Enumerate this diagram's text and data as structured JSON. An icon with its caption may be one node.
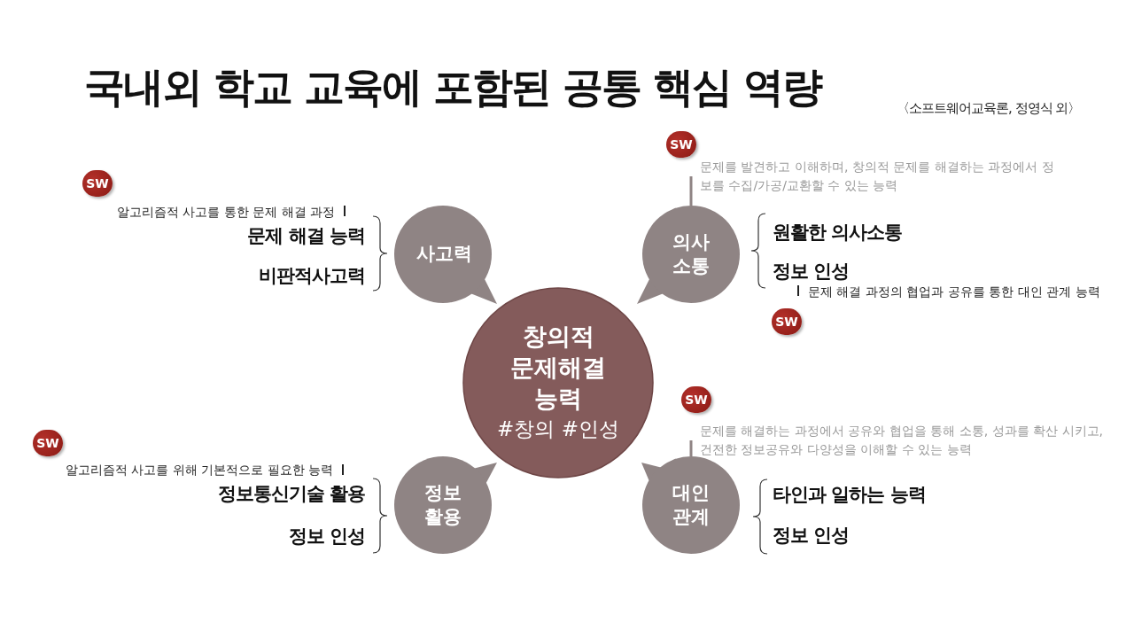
{
  "diagram": {
    "title": "국내외 학교 교육에 포함된 공통 핵심 역량",
    "nodes": [
      {
        "text": [
          "사고력"
        ]
      },
      {
        "text": [
          "의사 소통"
        ]
      },
      {
        "text": [
          "창의적 문제해결 능력",
          "#창의 #인성"
        ]
      },
      {
        "text": [
          "정보 활용"
        ]
      },
      {
        "text": [
          "대인 관계"
        ]
      },
      {
        "text": [
          "문제를 발견하고 이해하며, 창의적 문제를 해결하는 과정에서 정보를 수집/가공/교환할 수 있는 능력"
        ]
      },
      {
        "text": [
          "문제를 해결하는 과정에서 공유와 협업을 통해 소통, 성과를 확산 시키고, 건전한 정보공유와 다양성을 이해할 수 있는 능력"
        ]
      }
    ],
    "edges": [
      {
        "from": 5,
        "to": 1,
        "arrow": "none",
        "color": "#8f8484"
      },
      {
        "from": 6,
        "to": 4,
        "arrow": "none",
        "color": "#8f8484"
      }
    ],
    "labels": [
      "〈소프트웨어교육론, 정영식 외〉",
      "SW",
      "알고리즘적 사고를 통한 문제 해결 과정",
      "문제 해결 능력",
      "비판적사고력",
      "SW",
      "원활한 의사소통",
      "정보 인성",
      "문제 해결 과정의 협업과 공유를 통한 대인 관계 능력",
      "SW",
      "SW",
      "알고리즘적 사고를 위해 기본적으로 필요한 능력",
      "정보통신기술 활용",
      "정보 인성",
      "SW",
      "타인과 일하는 능력",
      "정보 인성"
    ]
  }
}
